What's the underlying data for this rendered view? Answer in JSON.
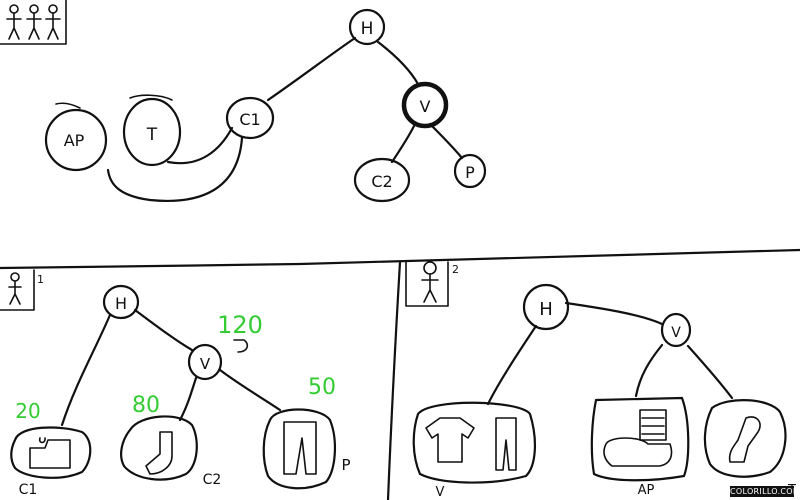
{
  "brand": {
    "text": "COLORILLO.COM"
  },
  "tree_main": {
    "nodes": {
      "root": "H",
      "c1": "C1",
      "v": "V",
      "c2": "C2",
      "p": "P",
      "t": "T",
      "ap": "AP"
    }
  },
  "panel_1": {
    "marker": "1",
    "nodes": {
      "root": "H",
      "v": "V"
    },
    "values": {
      "v": "120",
      "c1": "20",
      "c2": "80",
      "p": "50"
    },
    "labels": {
      "c1": "C1",
      "c2": "C2",
      "p": "P"
    }
  },
  "panel_2": {
    "marker": "2",
    "nodes": {
      "root": "H",
      "v": "V"
    },
    "labels": {
      "v": "V",
      "ap": "AP",
      "t": "T"
    }
  }
}
